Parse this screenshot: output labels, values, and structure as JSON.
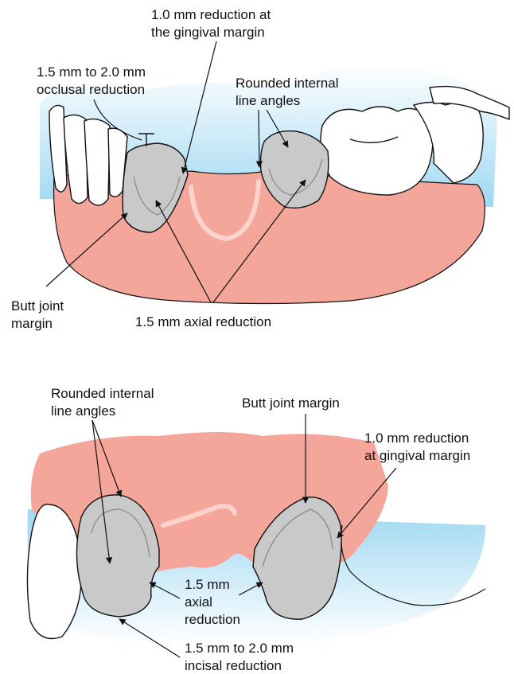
{
  "colors": {
    "sky": "#bfe6f7",
    "sky_light": "#e9f6fc",
    "gum": "#f5a69a",
    "gum_highlight": "#fbd3cc",
    "prep": "#c9c9c9",
    "prep_line": "#8e8e8e",
    "outline": "#111111"
  },
  "top_diagram": {
    "labels": {
      "gingival_reduction": [
        "1.0 mm reduction at",
        "the gingival margin"
      ],
      "occlusal_reduction": [
        "1.5 mm to 2.0 mm",
        "occlusal reduction"
      ],
      "rounded_angles": [
        "Rounded internal",
        "line angles"
      ],
      "butt_joint": [
        "Butt joint",
        "margin"
      ],
      "axial_reduction": [
        "1.5 mm axial reduction"
      ]
    }
  },
  "bottom_diagram": {
    "labels": {
      "rounded_angles": [
        "Rounded internal",
        "line angles"
      ],
      "butt_joint": [
        "Butt joint margin"
      ],
      "gingival_reduction": [
        "1.0 mm reduction",
        "at gingival margin"
      ],
      "axial_reduction": [
        "1.5 mm",
        "axial",
        "reduction"
      ],
      "incisal_reduction": [
        "1.5 mm to 2.0 mm",
        "incisal reduction"
      ]
    }
  }
}
